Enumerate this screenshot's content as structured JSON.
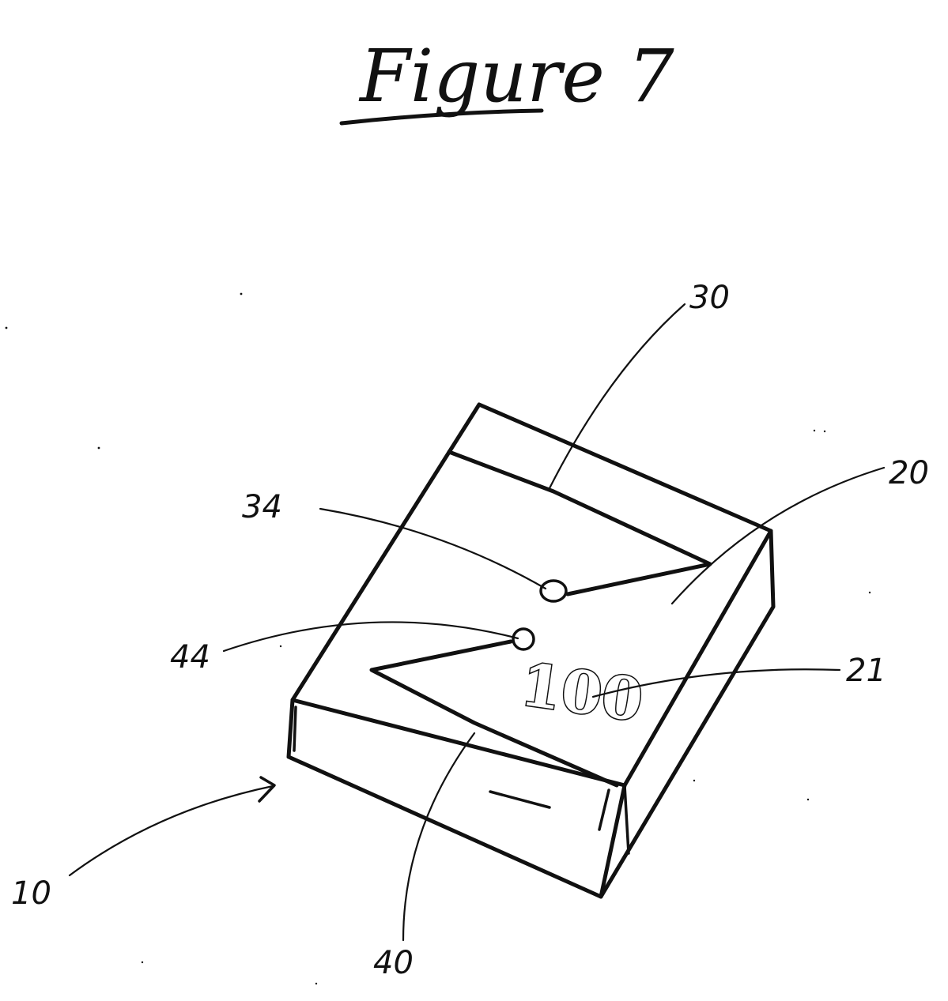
{
  "figure": {
    "title": "Figure 7"
  },
  "reference_numerals": {
    "device": "10",
    "top_surface": "20",
    "identifier_mark": "21",
    "first_channel": "30",
    "first_port": "34",
    "second_channel": "40",
    "second_port": "44"
  },
  "marking": {
    "text": "100"
  },
  "colors": {
    "ink": "#111111",
    "paper": "#ffffff"
  }
}
